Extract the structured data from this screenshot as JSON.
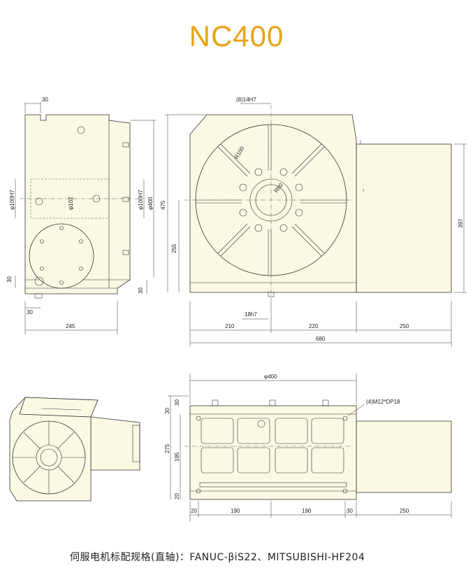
{
  "title": "NC400",
  "caption": "伺服电机标配规格(直轴)：FANUC-βiS22、MITSUBISHI-HF204",
  "side_view": {
    "dims": [
      "30",
      "φ100H7",
      "φ102",
      "φ100H7",
      "φ400",
      "475",
      "255",
      "30",
      "30",
      "30",
      "245"
    ]
  },
  "front_view": {
    "dims": [
      "(8)14H7",
      "R100",
      "R80",
      "18h7",
      "210",
      "220",
      "250",
      "680",
      "397"
    ]
  },
  "top_view": {
    "dims": [
      "φ400",
      "(4)M12*DP18",
      "30",
      "30",
      "275",
      "195",
      "20",
      "20",
      "190",
      "190",
      "30",
      "250"
    ]
  },
  "colors": {
    "title": "#e8a317",
    "body": "#fbf8e3",
    "line": "#333333"
  }
}
